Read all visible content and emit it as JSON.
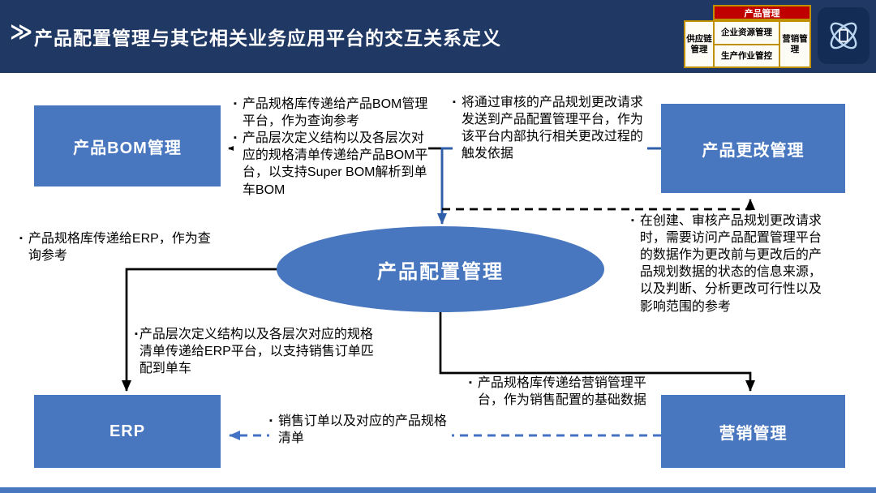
{
  "slide": {
    "title_chevron": "≫",
    "title": "产品配置管理与其它相关业务应用平台的交互关系定义"
  },
  "module_map": {
    "header": "产品管理",
    "cells": [
      {
        "id": "supply-chain",
        "label": "供应链管理"
      },
      {
        "id": "enterprise-resource",
        "label": "企业资源管理"
      },
      {
        "id": "production-control",
        "label": "生产作业管控"
      },
      {
        "id": "marketing",
        "label": "营销管理"
      }
    ]
  },
  "logo": {
    "name": "atom-logo"
  },
  "diagram": {
    "bullet": "▪",
    "center_label": "产品配置管理",
    "nodes": [
      {
        "id": "product-bom",
        "label": "产品BOM管理"
      },
      {
        "id": "product-change",
        "label": "产品更改管理"
      },
      {
        "id": "erp",
        "label": "ERP"
      },
      {
        "id": "marketing",
        "label": "营销管理"
      }
    ],
    "notes": [
      "产品规格库传递给产品BOM管理平台，作为查询参考",
      "产品层次定义结构以及各层次对应的规格清单传递给产品BOM平台，以支持Super BOM解析到单车BOM",
      "将通过审核的产品规划更改请求发送到产品配置管理平台，作为该平台内部执行相关更改过程的触发依据",
      "在创建、审核产品规划更改请求时，需要访问产品配置管理平台的数据作为更改前与更改后的产品规划数据的状态的信息来源，以及判断、分析更改可行性以及影响范围的参考",
      "产品规格库传递给ERP，作为查询参考",
      "产品层次定义结构以及各层次对应的规格清单传递给ERP平台，以支持销售订单匹配到单车",
      "产品规格库传递给营销管理平台，作为销售配置的基础数据",
      "销售订单以及对应的产品规格清单"
    ],
    "colors": {
      "header_bg": "#1F3864",
      "node_fill": "#4877BF",
      "map_header_bg": "#C00000",
      "map_border": "#BF9000",
      "arrow_black": "#000000",
      "arrow_blue_solid": "#2E5FA8",
      "arrow_blue_dashed": "#4472C4"
    }
  }
}
